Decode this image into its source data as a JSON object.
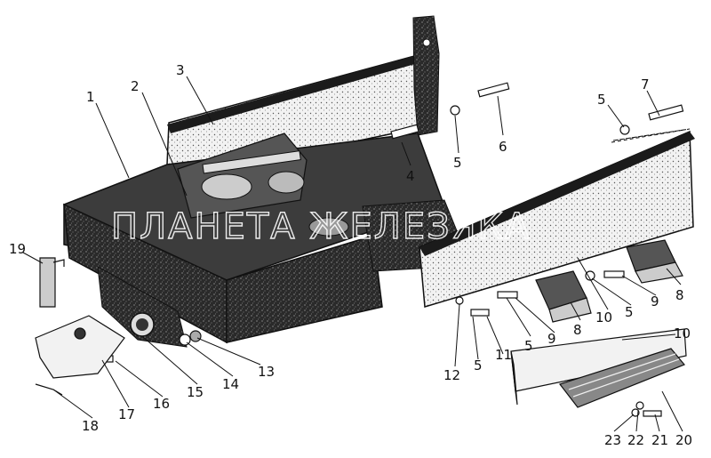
{
  "diagram": {
    "watermark": "ПЛАНЕТА ЖЕЛЕЗЯКА",
    "callouts": [
      {
        "id": "c1",
        "text": "1"
      },
      {
        "id": "c2",
        "text": "2"
      },
      {
        "id": "c3",
        "text": "3"
      },
      {
        "id": "c4",
        "text": "4"
      },
      {
        "id": "c5a",
        "text": "5"
      },
      {
        "id": "c6",
        "text": "6"
      },
      {
        "id": "c5b",
        "text": "5"
      },
      {
        "id": "c7",
        "text": "7"
      },
      {
        "id": "c8a",
        "text": "8"
      },
      {
        "id": "c9a",
        "text": "9"
      },
      {
        "id": "c5c",
        "text": "5"
      },
      {
        "id": "c10a",
        "text": "10"
      },
      {
        "id": "c8b",
        "text": "8"
      },
      {
        "id": "c9b",
        "text": "9"
      },
      {
        "id": "c5d",
        "text": "5"
      },
      {
        "id": "c10b",
        "text": "10"
      },
      {
        "id": "c11",
        "text": "11"
      },
      {
        "id": "c5e",
        "text": "5"
      },
      {
        "id": "c12",
        "text": "12"
      },
      {
        "id": "c13",
        "text": "13"
      },
      {
        "id": "c14",
        "text": "14"
      },
      {
        "id": "c15",
        "text": "15"
      },
      {
        "id": "c16",
        "text": "16"
      },
      {
        "id": "c17",
        "text": "17"
      },
      {
        "id": "c18",
        "text": "18"
      },
      {
        "id": "c19",
        "text": "19"
      },
      {
        "id": "c20",
        "text": "20"
      },
      {
        "id": "c21",
        "text": "21"
      },
      {
        "id": "c22",
        "text": "22"
      },
      {
        "id": "c23",
        "text": "23"
      }
    ]
  }
}
